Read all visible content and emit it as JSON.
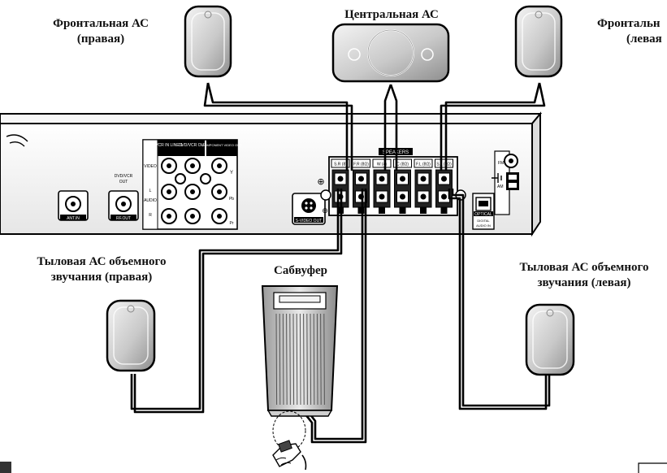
{
  "labels": {
    "front_right_line1": "Фронтальная АС",
    "front_right_line2": "(правая)",
    "center": "Центральная АС",
    "front_left_line1": "Фронтальн",
    "front_left_line2": "(левая",
    "surround_right_line1": "Тыловая АС объемного",
    "surround_right_line2": "звучания (правая)",
    "subwoofer": "Сабвуфер",
    "surround_left_line1": "Тыловая АС объемного",
    "surround_left_line2": "звучания (левая)"
  },
  "receiver": {
    "speakers_header": "SPEAKERS",
    "terminals": [
      "S.R (8)",
      "F.R (8Ω)",
      "W (4)",
      "C (8Ω)",
      "F.L (8Ω)",
      "S.L (8Ω)"
    ],
    "plus_mark": "⊕",
    "minus_mark": "⊖",
    "vcr_in": "VCR IN LINE 1",
    "dvd_vcr_out": "DVD/VCR OUT",
    "component_header": "COMPONENT VIDEO OUT",
    "video_label": "VIDEO",
    "audio_label": "AUDIO",
    "audio_l": "L",
    "audio_r": "R",
    "y_label": "Y",
    "pb_label": "Pb",
    "pr_label": "Pr",
    "dvdvcr_out_lbl_1": "DVD/VCR",
    "dvdvcr_out_lbl_2": "OUT",
    "ant_in": "ANT.IN",
    "rf_out": "RF.OUT",
    "svideo_out": "S-VIDEO OUT",
    "optical": "OPTICAL",
    "digital_audio_in_1": "DIGITAL",
    "digital_audio_in_2": "AUDIO IN",
    "fm": "FM",
    "am": "AM"
  }
}
